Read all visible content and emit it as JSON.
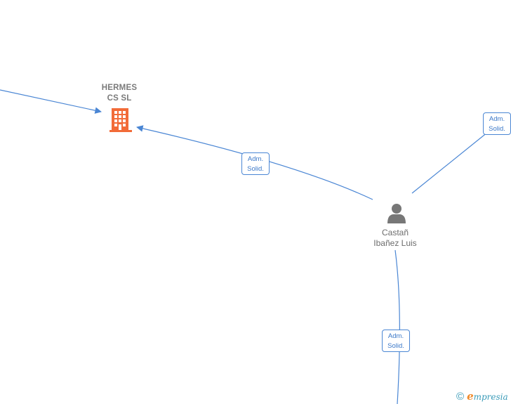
{
  "company": {
    "name_line1": "HERMES",
    "name_line2": "CS  SL",
    "icon": "building-icon",
    "color": "#f26b38"
  },
  "person": {
    "name_line1": "Castañ",
    "name_line2": "Ibañez Luis",
    "icon": "person-icon",
    "color": "#777777"
  },
  "edges": [
    {
      "line1": "Adm.",
      "line2": "Solid."
    },
    {
      "line1": "Adm.",
      "line2": "Solid."
    },
    {
      "line1": "Adm.",
      "line2": "Solid."
    }
  ],
  "colors": {
    "edge": "#4a86d4",
    "edge_label_text": "#3b78c8"
  },
  "brand": {
    "copyright_symbol": "©",
    "e_letter": "e",
    "name": "mpresia"
  }
}
